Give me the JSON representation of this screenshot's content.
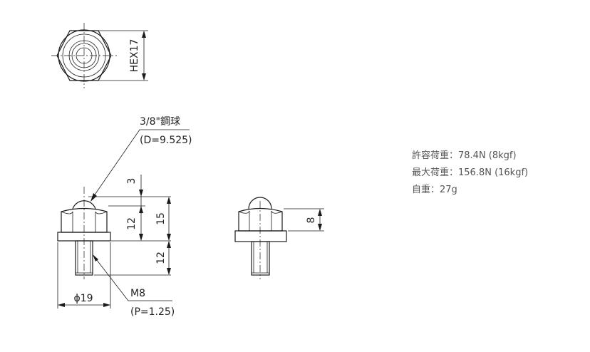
{
  "top_view": {
    "hex_label": "HEX17"
  },
  "ball_callout": {
    "line1": "3/8\"鋼球",
    "line2": "(D=9.525)"
  },
  "dimensions": {
    "ball_protrusion": "3",
    "hex_height": "12",
    "overall_height": "15",
    "thread_length": "12",
    "diameter": "ϕ19",
    "side_height": "8"
  },
  "thread_callout": {
    "line1": "M8",
    "line2": "(P=1.25)"
  },
  "specs": {
    "load_small": "許容荷重：78.4N (8kgf)",
    "load_large": "最大荷重：156.8N (16kgf)",
    "weight": "自重：27g"
  }
}
